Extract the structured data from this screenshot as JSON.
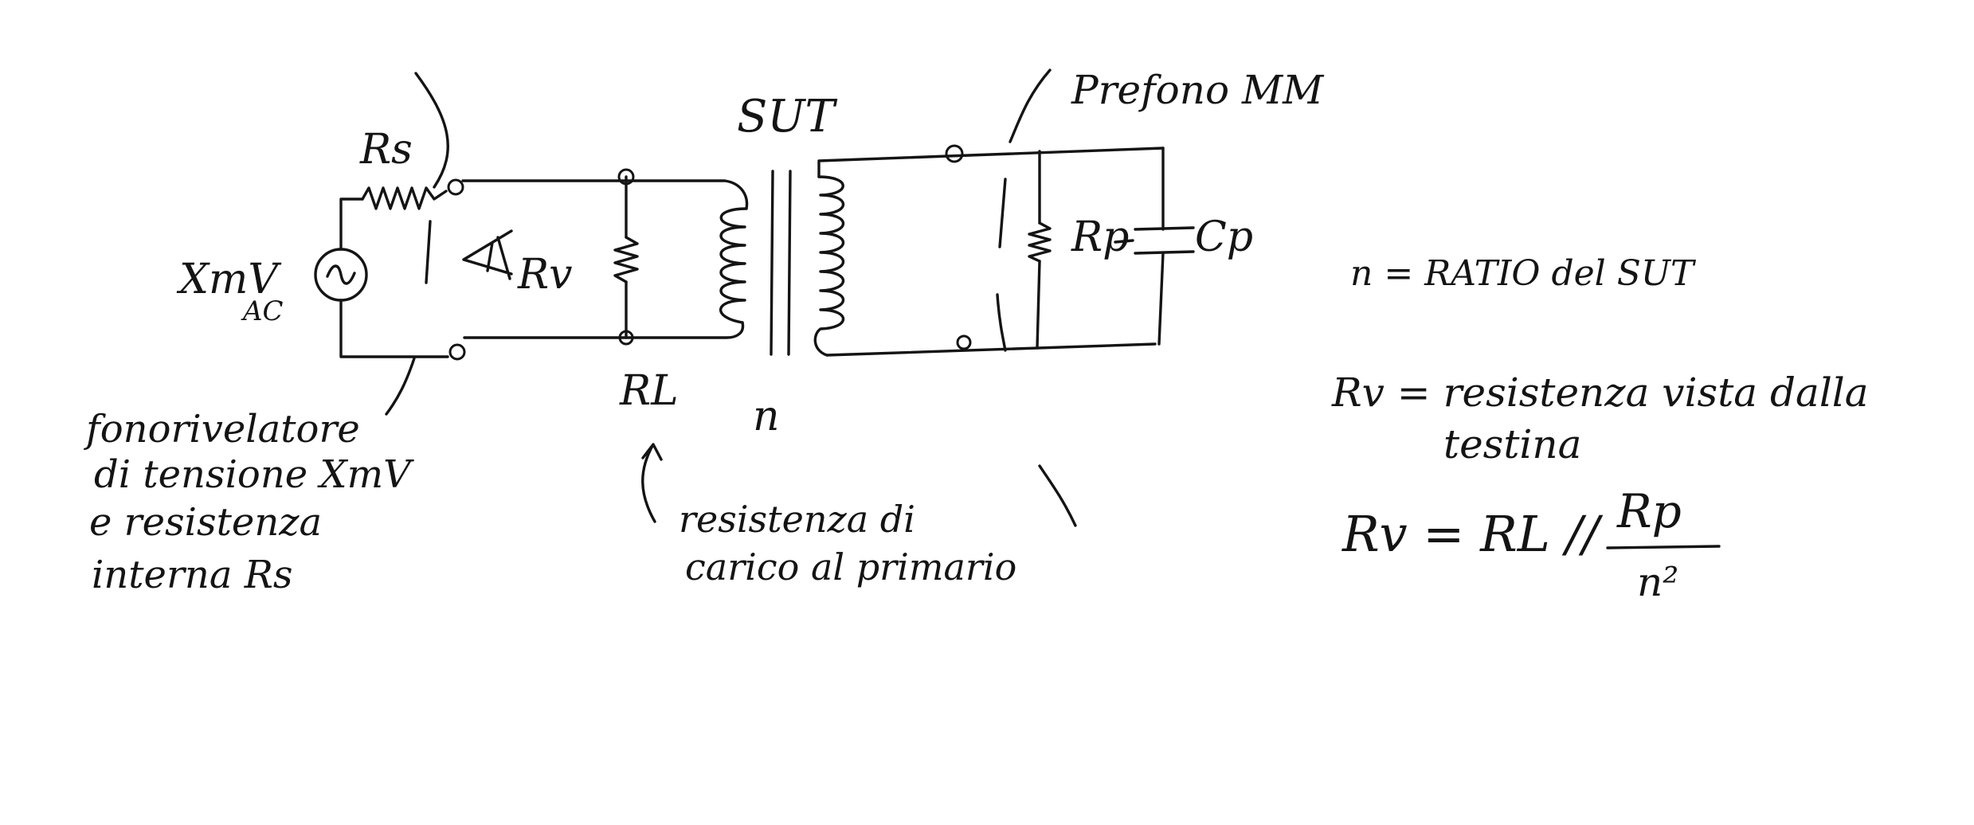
{
  "source": {
    "rs_label": "Rs",
    "voltage_label": "XmV",
    "ac_label": "AC",
    "description_lines": [
      "fonorivelatore",
      "di tensione XmV",
      "e resistenza",
      "interna Rs"
    ]
  },
  "primary": {
    "rv_label": "Rv",
    "rl_label": "RL",
    "note_lines": [
      "resistenza di",
      "carico al primario"
    ]
  },
  "transformer": {
    "sut_label": "SUT",
    "ratio_label": "n"
  },
  "preamp": {
    "title": "Prefono MM",
    "rp_label": "Rp",
    "cp_label": "Cp"
  },
  "definitions": {
    "ratio_def": "n = RATIO del SUT",
    "rv_def_line1": "Rv = resistenza vista dalla",
    "rv_def_line2": "testina",
    "formula_left": "Rv = RL //",
    "formula_numerator": "Rp",
    "formula_denominator": "n²"
  }
}
